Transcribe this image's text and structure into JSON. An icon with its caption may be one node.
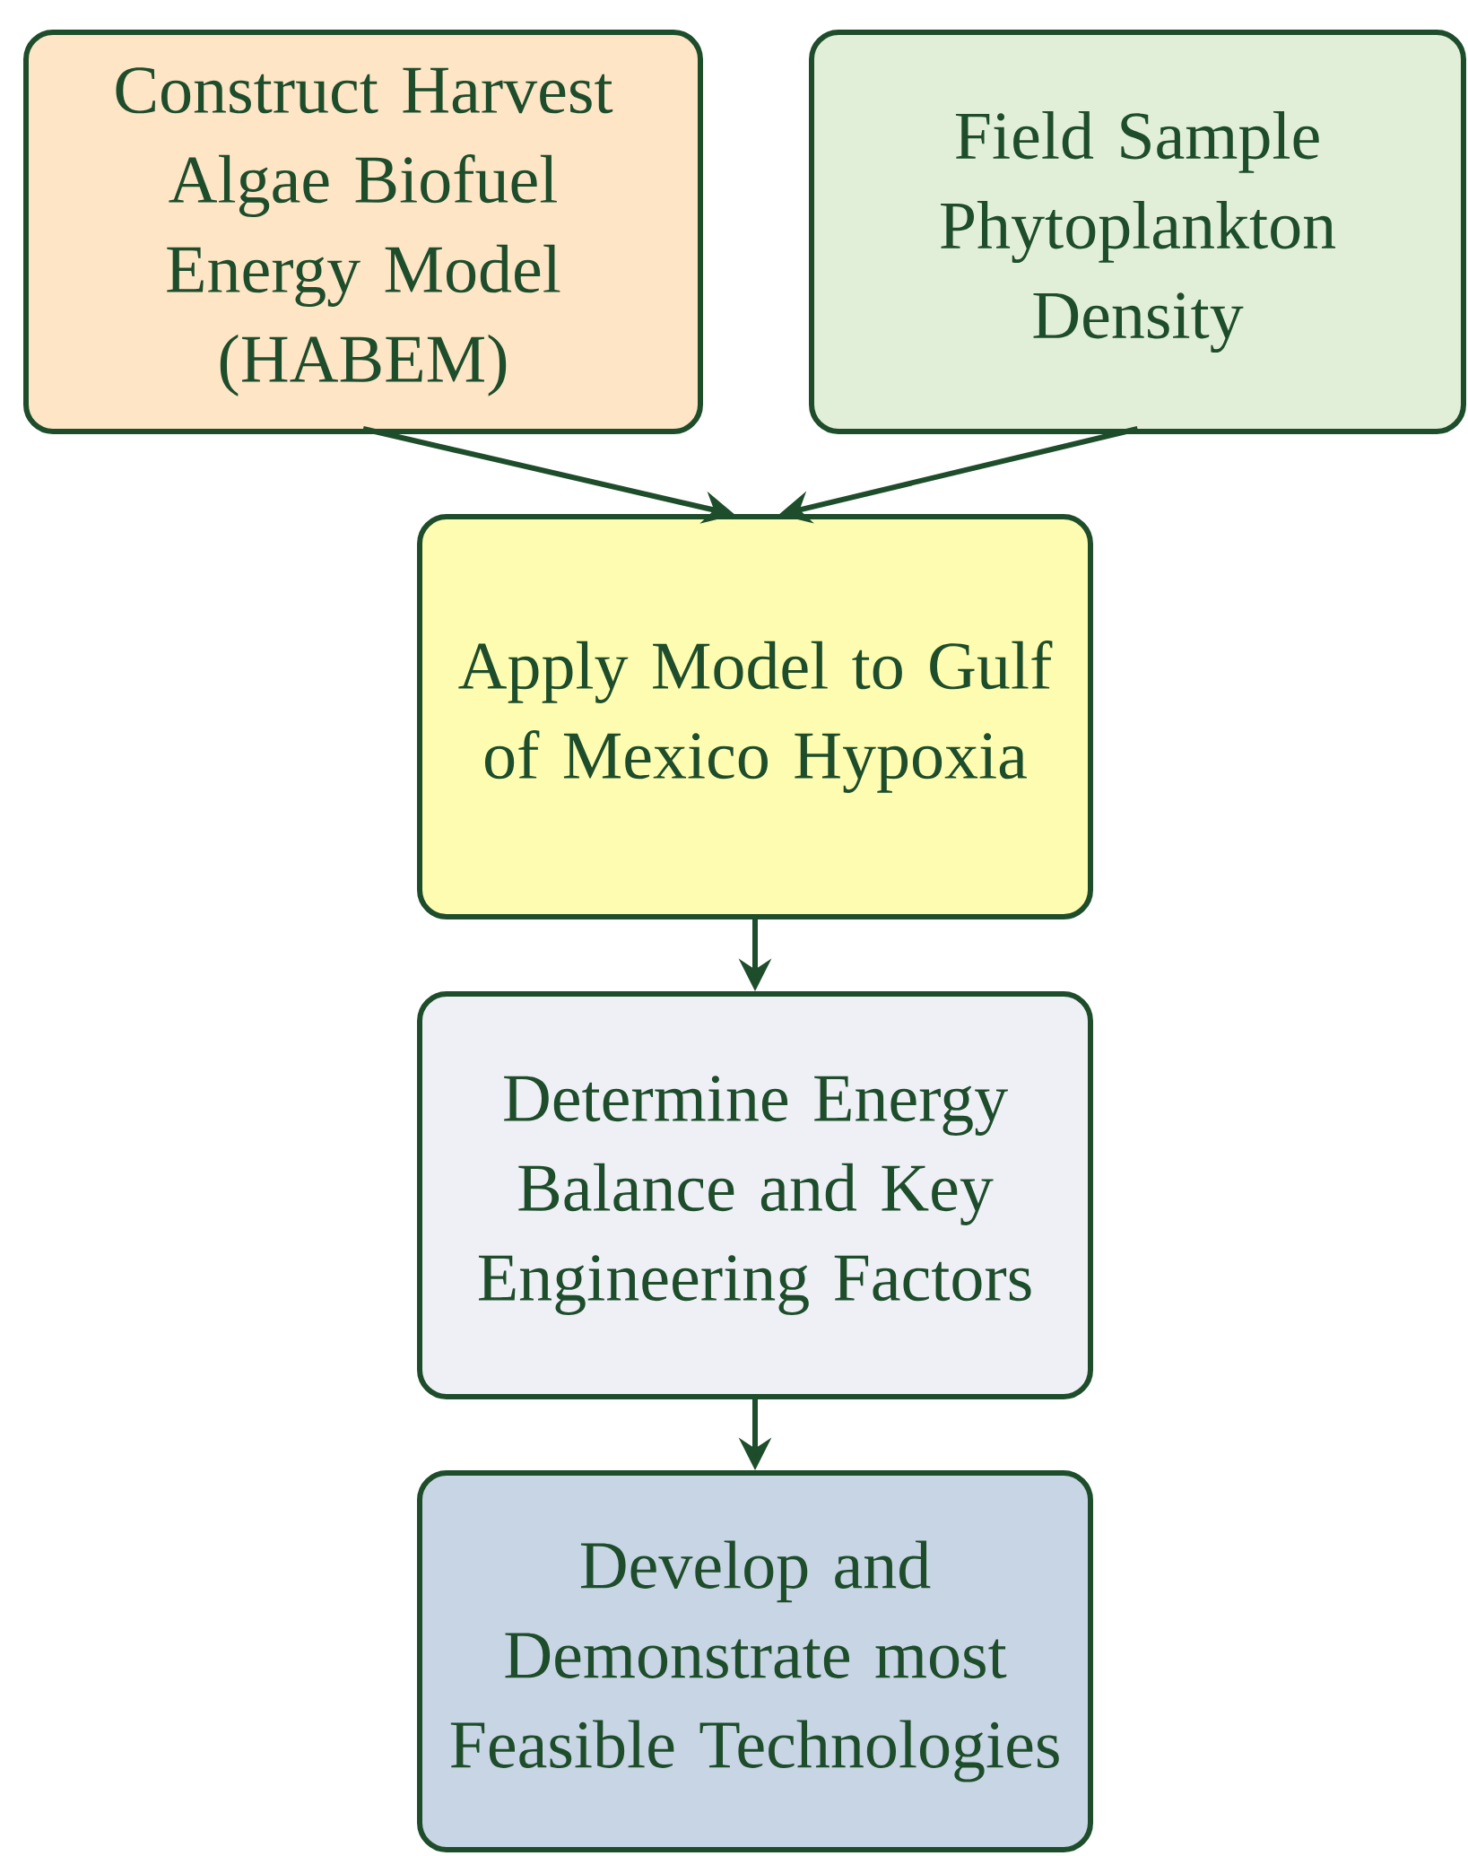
{
  "diagram": {
    "nodes": [
      {
        "text": [
          "Construct Harvest Algae Biofuel Energy Model (HABEM)"
        ]
      },
      {
        "text": [
          "Field Sample Phytoplankton Density"
        ]
      },
      {
        "text": [
          "Apply Model to Gulf of Mexico Hypoxia"
        ]
      },
      {
        "text": [
          "Determine Energy Balance and Key Engineering Factors"
        ]
      },
      {
        "text": [
          "Develop and Demonstrate most Feasible Technologies"
        ]
      }
    ],
    "edges": [
      {
        "from": 0,
        "to": 2,
        "arrow": "to"
      },
      {
        "from": 1,
        "to": 2,
        "arrow": "to"
      },
      {
        "from": 2,
        "to": 3,
        "arrow": "to"
      },
      {
        "from": 3,
        "to": 4,
        "arrow": "to"
      }
    ]
  }
}
